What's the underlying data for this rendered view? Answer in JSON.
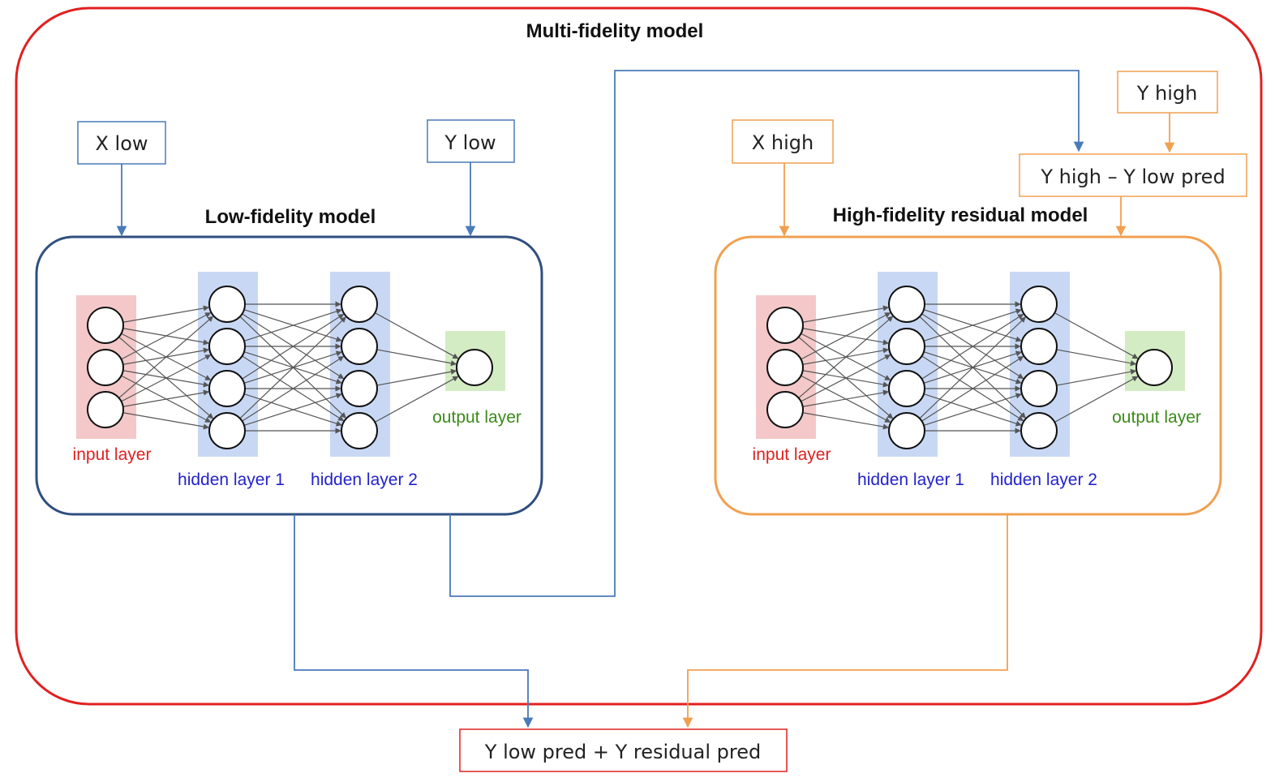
{
  "title": "Multi-fidelity model",
  "inputs": {
    "x_low": "X low",
    "y_low": "Y low",
    "x_high": "X high",
    "y_high": "Y high",
    "residual_target": "Y high – Y low pred",
    "output": "Y low pred + Y residual pred"
  },
  "low_model": {
    "title": "Low-fidelity model",
    "labels": {
      "input": "input layer",
      "hidden1": "hidden layer 1",
      "hidden2": "hidden layer 2",
      "output": "output layer"
    }
  },
  "high_model": {
    "title": "High-fidelity residual model",
    "labels": {
      "input": "input layer",
      "hidden1": "hidden layer 1",
      "hidden2": "hidden layer 2",
      "output": "output layer"
    }
  },
  "network": {
    "input_neurons": 3,
    "hidden1_neurons": 4,
    "hidden2_neurons": 4,
    "output_neurons": 1
  },
  "colors": {
    "outer_border": "#e02020",
    "low_border": "#2f4f7f",
    "high_border": "#f0a050",
    "blue_arrow": "#4a7ab8",
    "orange_arrow": "#f0a050",
    "input_bg": "#f4c8c8",
    "hidden_bg": "#c8d8f4",
    "output_bg": "#d4ecc4",
    "input_text": "#dd2222",
    "hidden_text": "#2222cc",
    "output_text": "#3a8a1a"
  }
}
